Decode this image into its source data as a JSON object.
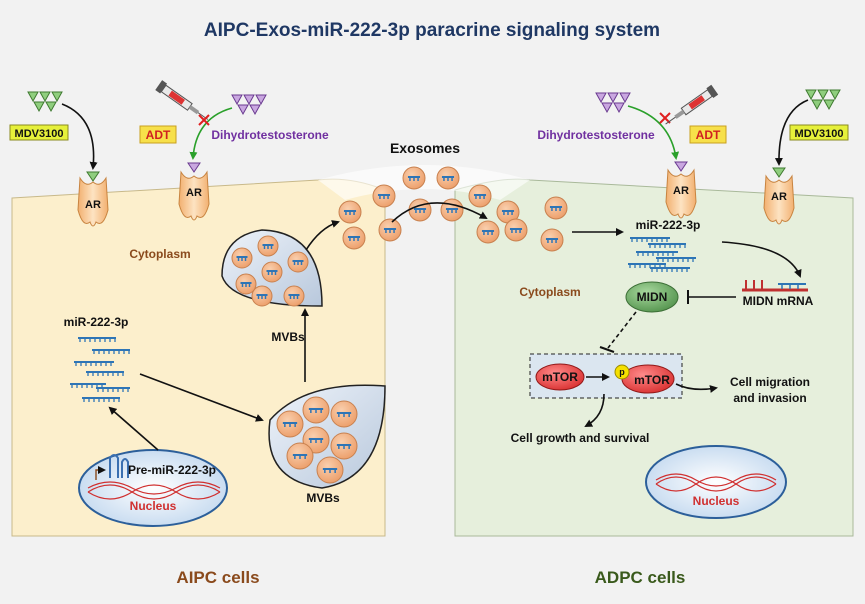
{
  "title": "AIPC-Exos-miR-222-3p paracrine signaling system",
  "left_cell": {
    "label": "AIPC cells",
    "cytoplasm": "Cytoplasm",
    "nucleus": "Nucleus",
    "pre_mirna": "Pre-miR-222-3p",
    "mirna": "miR-222-3p",
    "mvbs_top": "MVBs",
    "mvbs_bottom": "MVBs",
    "mdv": "MDV3100",
    "adt": "ADT",
    "dht": "Dihydrotestosterone",
    "ar": "AR"
  },
  "exosomes": "Exosomes",
  "right_cell": {
    "label": "ADPC cells",
    "cytoplasm": "Cytoplasm",
    "nucleus": "Nucleus",
    "mirna": "miR-222-3p",
    "midn_mrna": "MIDN mRNA",
    "midn": "MIDN",
    "mtor_1": "mTOR",
    "mtor_2": "mTOR",
    "p": "p",
    "migration_1": "Cell migration",
    "migration_2": "and invasion",
    "growth": "Cell growth and survival",
    "dht": "Dihydrotestosterone",
    "adt": "ADT",
    "mdv": "MDV3100",
    "ar": "AR"
  },
  "colors": {
    "title": "#1f3864",
    "left_cell_fill": "#fcefcc",
    "right_cell_fill": "#e6efdc",
    "left_label": "#8a4a1c",
    "right_label": "#3a5a1c",
    "mirna_blue": "#2e75b6",
    "exosome": "#f4b183",
    "mtor": "#e84a4a",
    "midn": "#6aaa64",
    "ar": "#f7c590",
    "mdv_box": "#e6f03a",
    "adt_box": "#f7e04a",
    "dht_purple": "#7030a0",
    "inhibit_red": "#e02020"
  }
}
